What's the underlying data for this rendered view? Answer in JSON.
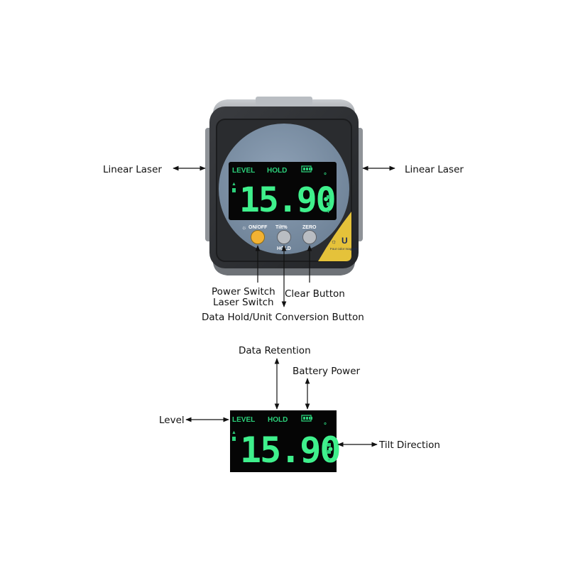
{
  "device": {
    "lcd": {
      "mode_label": "LEVEL",
      "hold_label": "HOLD",
      "reading": "15.90",
      "degree_symbol": "°"
    },
    "buttons": {
      "power_label": "ON/OFF",
      "tilt_label": "Tilt%",
      "hold_label": "HOLD",
      "zero_label": "ZERO"
    },
    "corner_badge": {
      "text": "Four color magnets",
      "logo": "U"
    }
  },
  "callouts": {
    "linear_laser_left": "Linear Laser",
    "linear_laser_right": "Linear Laser",
    "power_switch": "Power Switch",
    "laser_switch": "Laser Switch",
    "clear_button": "Clear Button",
    "hold_unit_button": "Data Hold/Unit Conversion Button"
  },
  "display_detail": {
    "lcd": {
      "mode_label": "LEVEL",
      "hold_label": "HOLD",
      "reading": "15.90",
      "degree_symbol": "°"
    },
    "callouts": {
      "data_retention": "Data Retention",
      "battery_power": "Battery Power",
      "level": "Level",
      "tilt_direction": "Tilt Direction"
    }
  },
  "colors": {
    "lcd_green": "#3ff08c",
    "body_dark": "#2e3033",
    "face_blue": "#7f93a8",
    "power_button": "#f2b233",
    "badge_yellow": "#e5c23a"
  }
}
